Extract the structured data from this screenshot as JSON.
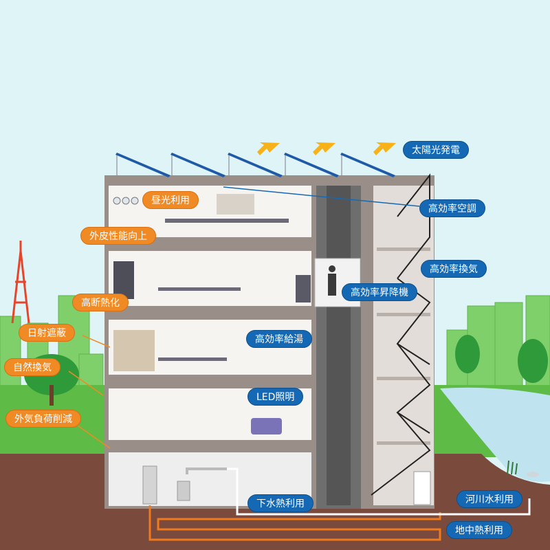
{
  "labels": {
    "solar": "太陽光発電",
    "daylight": "昼光利用",
    "ac": "高効率空調",
    "skin": "外皮性能向上",
    "ventilation": "高効率換気",
    "insulation": "高断熱化",
    "elevator": "高効率昇降機",
    "shading": "日射遮蔽",
    "hotwater": "高効率給湯",
    "natvent": "自然換気",
    "led": "LED照明",
    "extload": "外気負荷削減",
    "sewage": "下水熱利用",
    "river": "河川水利用",
    "geo": "地中熱利用"
  },
  "colors": {
    "label_blue": "#1569b4",
    "label_orange": "#f08a24",
    "sky": "#dff4f6",
    "ground": "#7a4a3c",
    "grass": "#5dbb46",
    "building": "#9a8e88",
    "water": "#bfe4f0",
    "pipe_orange": "#f07a1e"
  },
  "icons": [
    "solar-panel-icon",
    "sun-arrow-icon",
    "tower-icon",
    "tree-icon",
    "elevator-person-icon",
    "water-heater-icon",
    "fish-icon"
  ]
}
